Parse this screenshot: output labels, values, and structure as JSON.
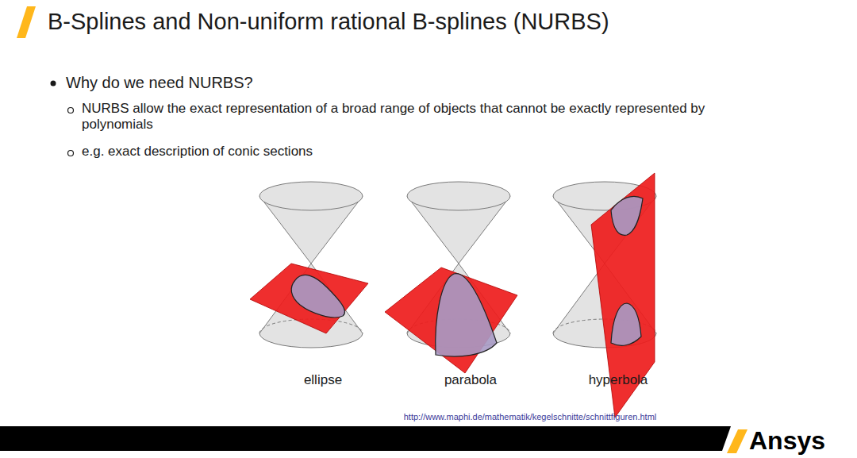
{
  "diagram": {
    "title": "B-Splines and Non-uniform rational B-splines (NURBS)",
    "labels": [
      "Why do we need NURBS?",
      "NURBS allow the exact representation of a broad range of objects that cannot be exactly represented by polynomials",
      "e.g. exact description of conic sections",
      "ellipse",
      "parabola",
      "hyperbola",
      "http://www.maphi.de/mathematik/kegelschnitte/schnittfiguren.html",
      "Ansys"
    ]
  }
}
